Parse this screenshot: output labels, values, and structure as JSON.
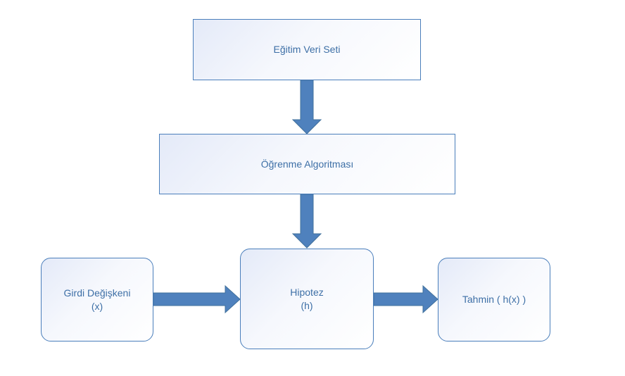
{
  "diagram": {
    "nodes": {
      "training_set": {
        "label": "Eğitim Veri Seti"
      },
      "learning_algorithm": {
        "label": "Öğrenme Algoritması"
      },
      "input_variable": {
        "line1": "Girdi Değişkeni",
        "line2": "(x)"
      },
      "hypothesis": {
        "line1": "Hipotez",
        "line2": "(h)"
      },
      "prediction": {
        "label": "Tahmin ( h(x) )"
      }
    },
    "edges": [
      {
        "from": "training_set",
        "to": "learning_algorithm"
      },
      {
        "from": "learning_algorithm",
        "to": "hypothesis"
      },
      {
        "from": "input_variable",
        "to": "hypothesis"
      },
      {
        "from": "hypothesis",
        "to": "prediction"
      }
    ],
    "colors": {
      "arrow": "#4f81bd",
      "border": "#4a7ebb",
      "text": "#3d6fa6"
    }
  }
}
